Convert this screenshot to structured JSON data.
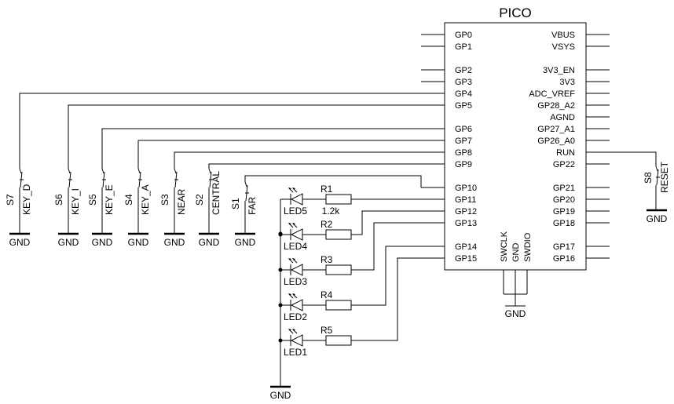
{
  "title": "PICO",
  "pico": {
    "left_pins": [
      "GP0",
      "GP1",
      "GP2",
      "GP3",
      "GP4",
      "GP5",
      "GP6",
      "GP7",
      "GP8",
      "GP9",
      "GP10",
      "GP11",
      "GP12",
      "GP13",
      "GP14",
      "GP15"
    ],
    "right_pins": [
      "VBUS",
      "VSYS",
      "3V3_EN",
      "3V3",
      "ADC_VREF",
      "GP28_A2",
      "AGND",
      "GP27_A1",
      "GP26_A0",
      "RUN",
      "GP22",
      "GP21",
      "GP20",
      "GP19",
      "GP18",
      "GP17",
      "GP16"
    ],
    "bottom_pins": [
      "SWCLK",
      "GND",
      "SWDIO"
    ],
    "bottom_gnd": "GND"
  },
  "switches": [
    {
      "ref": "S7",
      "name": "KEY_D",
      "gnd": "GND"
    },
    {
      "ref": "S6",
      "name": "KEY_I",
      "gnd": "GND"
    },
    {
      "ref": "S5",
      "name": "KEY_E",
      "gnd": "GND"
    },
    {
      "ref": "S4",
      "name": "KEY_A",
      "gnd": "GND"
    },
    {
      "ref": "S3",
      "name": "NEAR",
      "gnd": "GND"
    },
    {
      "ref": "S2",
      "name": "CENTRAL",
      "gnd": "GND"
    },
    {
      "ref": "S1",
      "name": "FAR",
      "gnd": "GND"
    }
  ],
  "reset_switch": {
    "ref": "S8",
    "name": "RESET",
    "gnd": "GND"
  },
  "leds": [
    "LED5",
    "LED4",
    "LED3",
    "LED2",
    "LED1"
  ],
  "resistors": [
    "R1",
    "R2",
    "R3",
    "R4",
    "R5"
  ],
  "resistor_value": "1.2k",
  "led_gnd": "GND"
}
